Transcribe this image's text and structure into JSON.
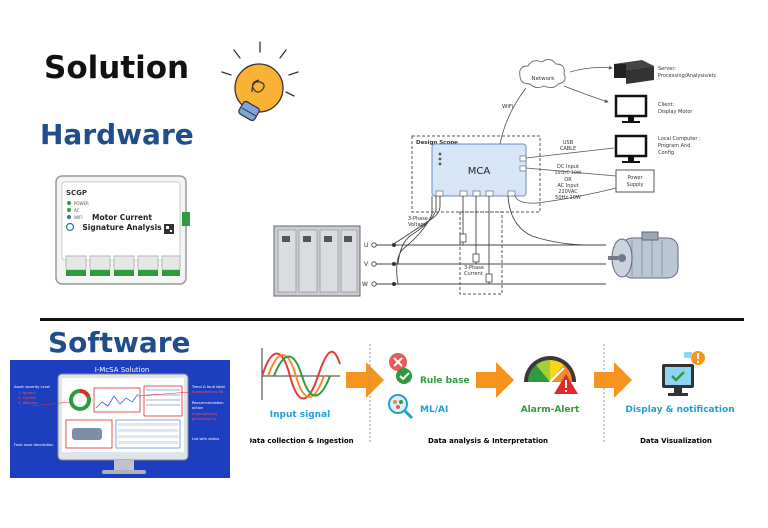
{
  "titles": {
    "solution": "Solution",
    "hardware": "Hardware",
    "software": "Software"
  },
  "device": {
    "brand": "SCGP",
    "power": "POWER",
    "ac": "AC",
    "wifi": "WIFI",
    "name_line1": "Motor Current",
    "name_line2": "Signature Analysis"
  },
  "schematic": {
    "design_scope": "Design Scope",
    "mca": "MCA",
    "network": "Network",
    "wifi": "WiFi",
    "server_line1": "Server:",
    "server_line2": "Processing/Analysis/etc",
    "client_line1": "Client:",
    "client_line2": "Display Motor",
    "usb_line1": "USB",
    "usb_line2": "CABLE",
    "local_line1": "Local Computer :",
    "local_line2": "Program And",
    "local_line3": "Config",
    "dc_line1": "DC Input",
    "dc_line2": "5V/2/C 10W",
    "or": "OR",
    "ac_line1": "AC Input",
    "ac_line2": "220VAC",
    "ac_line3": "50Hz 10W",
    "power_line1": "Power",
    "power_line2": "Supply",
    "phase_voltage_line1": "3-Phase",
    "phase_voltage_line2": "Voltage",
    "phase_current_line1": "3-Phase",
    "phase_current_line2": "Current",
    "u": "U",
    "v": "V",
    "w": "W"
  },
  "software_screen": {
    "title": "I-McSA Solution",
    "severity_label": "Asset severity Level",
    "sev1": "1. Normal",
    "sev2": "2. Caution",
    "sev3": "3. Warning",
    "trend_label": "Trend & fault label",
    "trend_value": "Automated by ML",
    "rec_label_line1": "Recommendation",
    "rec_label_line2": "action",
    "rec_value_line1": "Automated by",
    "rec_value_line2": "generative AI",
    "fault_zone": "Fault zone description",
    "list_status": "List with status"
  },
  "pipeline": {
    "input_signal": "Input signal",
    "rule_base": "Rule base",
    "ml_ai": "ML/AI",
    "alarm": "Alarm-Alert",
    "display": "Display & notification",
    "cap1": "Data collection & Ingestion",
    "cap2": "Data analysis & Interpretation",
    "cap3": "Data Visualization"
  },
  "colors": {
    "accent_blue": "#1f4e8c",
    "arrow_orange": "#f7941d",
    "text_teal": "#1da1d8",
    "text_green": "#2e9b3e",
    "text_red": "#e02a2a"
  }
}
